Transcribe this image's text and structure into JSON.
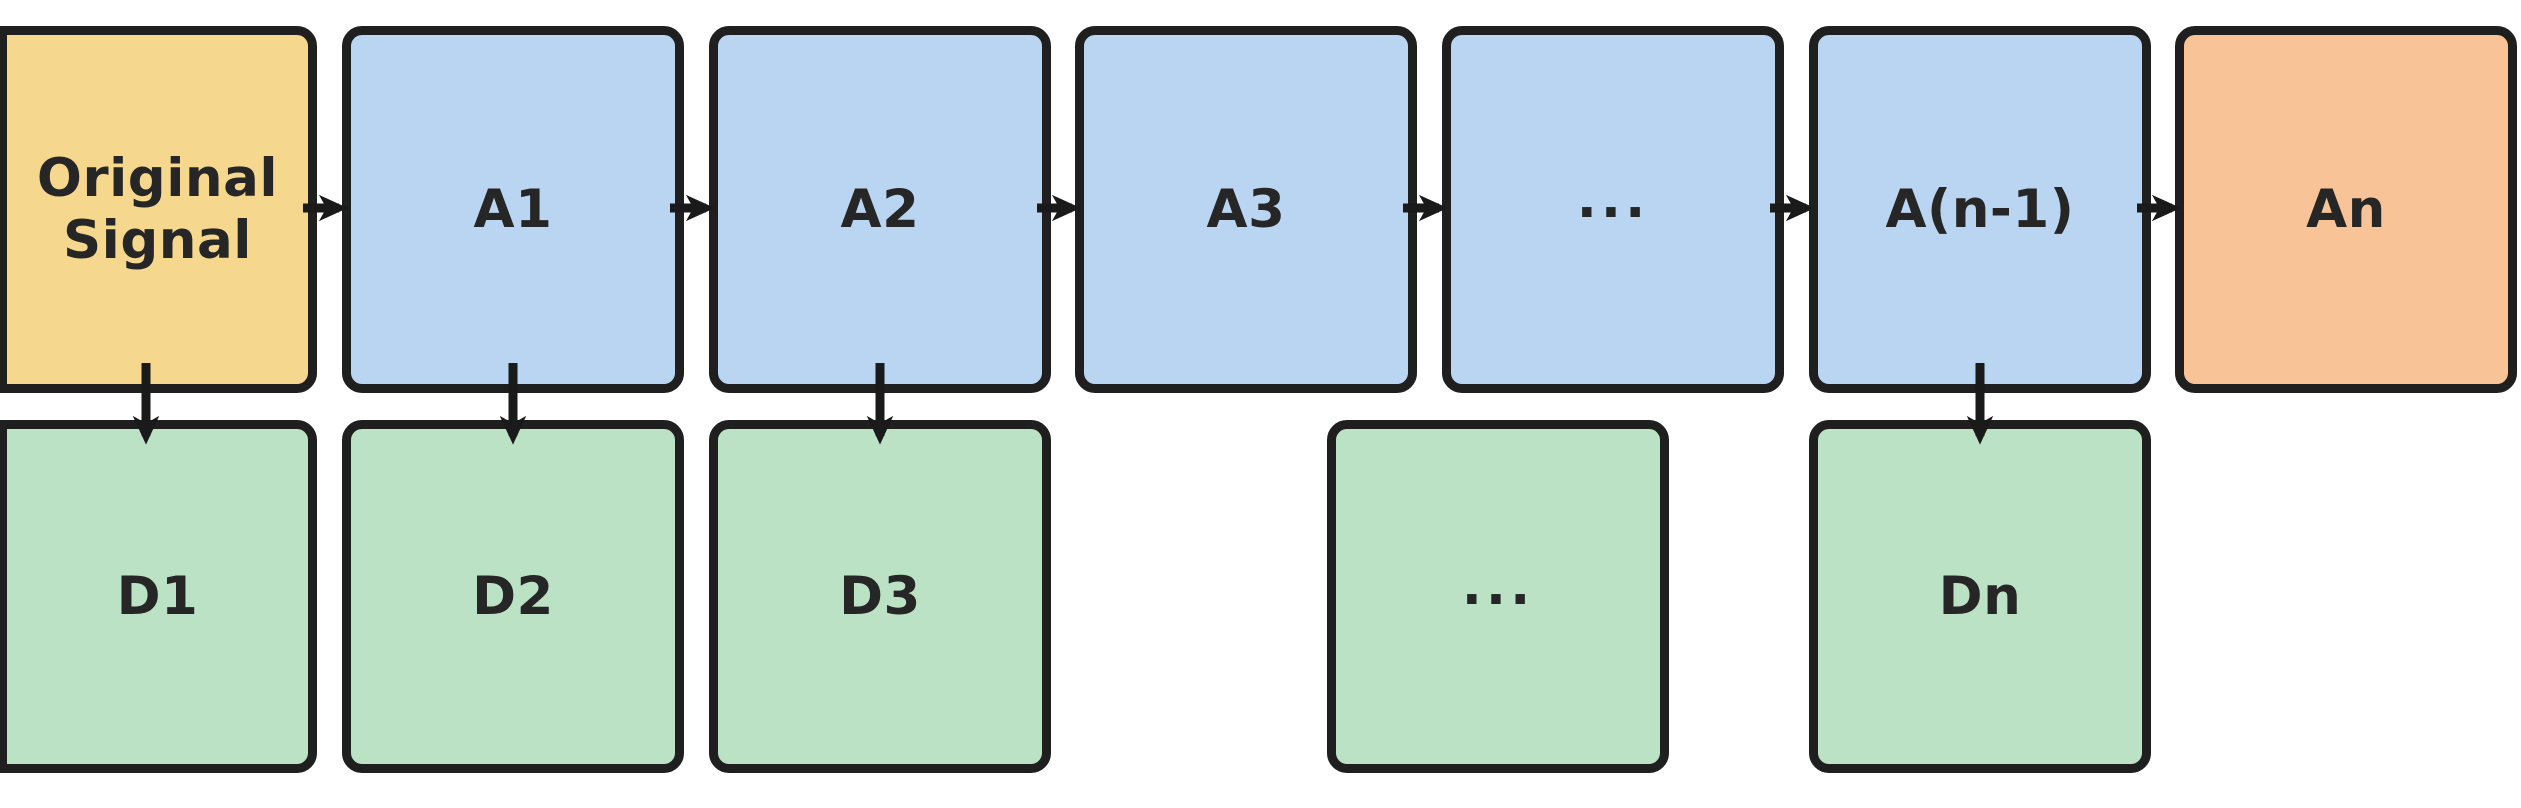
{
  "diagram": {
    "kind": "flowchart",
    "top_row": [
      {
        "id": "original-signal",
        "label": "Original\nSignal",
        "role": "source"
      },
      {
        "id": "a1",
        "label": "A1",
        "role": "approximation"
      },
      {
        "id": "a2",
        "label": "A2",
        "role": "approximation"
      },
      {
        "id": "a3",
        "label": "A3",
        "role": "approximation"
      },
      {
        "id": "a-ellipsis",
        "label": "...",
        "role": "approximation"
      },
      {
        "id": "a-n-minus-1",
        "label": "A(n-1)",
        "role": "approximation"
      },
      {
        "id": "an",
        "label": "An",
        "role": "final-approximation"
      }
    ],
    "bottom_row": [
      {
        "id": "d1",
        "label": "D1",
        "role": "detail"
      },
      {
        "id": "d2",
        "label": "D2",
        "role": "detail"
      },
      {
        "id": "d3",
        "label": "D3",
        "role": "detail"
      },
      {
        "id": "d-ellipsis",
        "label": "...",
        "role": "detail"
      },
      {
        "id": "dn",
        "label": "Dn",
        "role": "detail"
      }
    ],
    "connections": [
      {
        "from": "Original Signal",
        "to": "A1",
        "direction": "right"
      },
      {
        "from": "A1",
        "to": "A2",
        "direction": "right"
      },
      {
        "from": "A2",
        "to": "A3",
        "direction": "right"
      },
      {
        "from": "A3",
        "to": "...",
        "direction": "right"
      },
      {
        "from": "...",
        "to": "A(n-1)",
        "direction": "right"
      },
      {
        "from": "A(n-1)",
        "to": "An",
        "direction": "right"
      },
      {
        "from": "Original Signal",
        "to": "D1",
        "direction": "down"
      },
      {
        "from": "A1",
        "to": "D2",
        "direction": "down"
      },
      {
        "from": "A2",
        "to": "D3",
        "direction": "down"
      },
      {
        "from": "A(n-1)",
        "to": "Dn",
        "direction": "down"
      }
    ],
    "colors": {
      "source_fill": "#f5d78e",
      "approximation_fill": "#b9d5f2",
      "detail_fill": "#bce2c6",
      "final_fill": "#f8c497",
      "border": "#1f1f1f",
      "arrow": "#1a1a1a",
      "text": "#262626",
      "background": "#ffffff"
    }
  }
}
